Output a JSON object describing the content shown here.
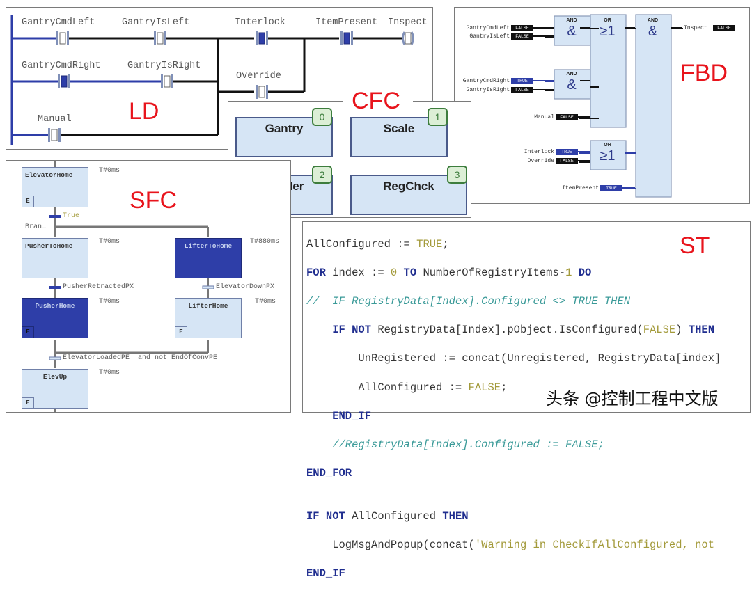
{
  "ld": {
    "label": "LD",
    "contacts": {
      "gantry_cmd_left": "GantryCmdLeft",
      "gantry_is_left": "GantryIsLeft",
      "interlock": "Interlock",
      "item_present": "ItemPresent",
      "inspect": "Inspect",
      "gantry_cmd_right": "GantryCmdRight",
      "gantry_is_right": "GantryIsRight",
      "override": "Override",
      "manual": "Manual"
    }
  },
  "fbd": {
    "label": "FBD",
    "blocks": {
      "and1": {
        "type": "AND",
        "symbol": "&"
      },
      "and2": {
        "type": "AND",
        "symbol": "&"
      },
      "or1": {
        "type": "OR",
        "symbol": "≥1"
      },
      "or2": {
        "type": "OR",
        "symbol": "≥1"
      },
      "and3": {
        "type": "AND",
        "symbol": "&"
      }
    },
    "inputs": [
      {
        "name": "GantryCmdLeft",
        "value": "FALSE"
      },
      {
        "name": "GantryIsLeft",
        "value": "FALSE"
      },
      {
        "name": "GantryCmdRight",
        "value": "TRUE"
      },
      {
        "name": "GantryIsRight",
        "value": "FALSE"
      },
      {
        "name": "Manual",
        "value": "FALSE"
      },
      {
        "name": "Interlock",
        "value": "TRUE"
      },
      {
        "name": "Override",
        "value": "FALSE"
      },
      {
        "name": "ItemPresent",
        "value": "TRUE"
      }
    ],
    "output": {
      "name": "Inspect",
      "value": "FALSE"
    },
    "colors": {
      "true_bg": "#2e3ea8",
      "false_bg": "#111111"
    }
  },
  "cfc": {
    "label": "CFC",
    "blocks": [
      {
        "name": "Gantry",
        "order": "0"
      },
      {
        "name": "Scale",
        "order": "1"
      },
      {
        "name": "Loader",
        "order": "2"
      },
      {
        "name": "RegChck",
        "order": "3"
      }
    ]
  },
  "sfc": {
    "label": "SFC",
    "steps": {
      "elevator_home": {
        "name": "ElevatorHome",
        "time": "T#0ms",
        "entry": "E"
      },
      "pusher_to_home": {
        "name": "PusherToHome",
        "time": "T#0ms"
      },
      "lifter_to_home": {
        "name": "LifterToHome",
        "time": "T#880ms"
      },
      "pusher_home": {
        "name": "PusherHome",
        "time": "T#0ms",
        "entry": "E"
      },
      "lifter_home": {
        "name": "LifterHome",
        "time": "T#0ms",
        "entry": "E"
      },
      "elev_up": {
        "name": "ElevUp",
        "time": "T#0ms",
        "entry": "E"
      }
    },
    "transitions": {
      "t1": "True",
      "branch": "Bran…",
      "t2": "PusherRetractedPX",
      "t3": "ElevatorDownPX",
      "t4": "ElevatorLoadedPE  and not EndOfConvPE"
    }
  },
  "st": {
    "label": "ST",
    "lines": [
      "AllConfigured := TRUE;",
      "FOR index := 0 TO NumberOfRegistryItems-1 DO",
      "//  IF RegistryData[Index].Configured <> TRUE THEN",
      "    IF NOT RegistryData[Index].pObject.IsConfigured(FALSE) THEN",
      "        UnRegistered := concat(Unregistered, RegistryData[index]",
      "        AllConfigured := FALSE;",
      "    END_IF",
      "    //RegistryData[Index].Configured := FALSE;",
      "END_FOR",
      "",
      "IF NOT AllConfigured THEN",
      "    LogMsgAndPopup(concat('Warning in CheckIfAllConfigured, not",
      "END_IF"
    ]
  },
  "watermark": "头条 @控制工程中文版"
}
